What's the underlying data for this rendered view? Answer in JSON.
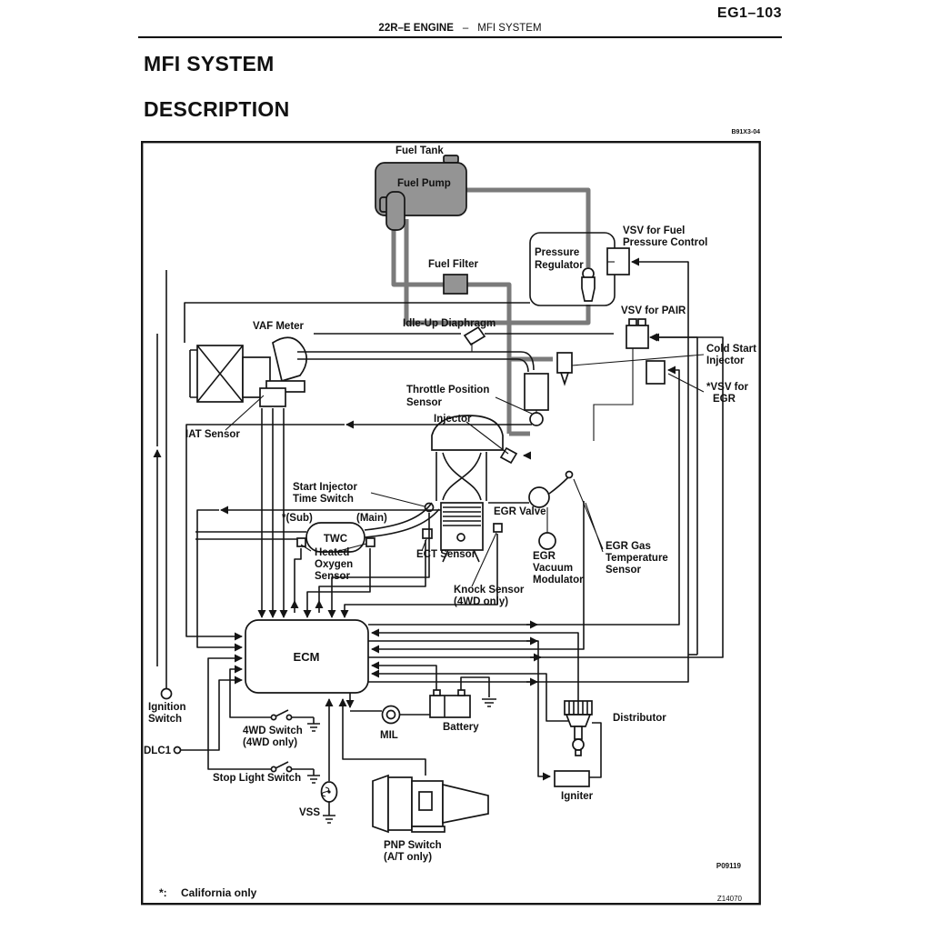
{
  "header": {
    "page_code": "EG1–103",
    "chapter": "22R–E ENGINE",
    "separator": "–",
    "section": "MFI SYSTEM"
  },
  "titles": {
    "title": "MFI SYSTEM",
    "subtitle": "DESCRIPTION"
  },
  "figure": {
    "top_code": "B91X3-04",
    "code_inner": "P09119",
    "code_outer": "Z14070",
    "footnote_star": "*:",
    "footnote_text": "California only"
  },
  "labels": {
    "fuel_tank": "Fuel Tank",
    "fuel_pump": "Fuel Pump",
    "fuel_filter": "Fuel Filter",
    "pressure_regulator": [
      "Pressure",
      "Regulator"
    ],
    "vsv_fuel": [
      "VSV for Fuel",
      "Pressure Control"
    ],
    "vsv_pair": "VSV for PAIR",
    "cold_start": [
      "Cold Start",
      "Injector"
    ],
    "vsv_egr": [
      "*VSV for",
      "EGR"
    ],
    "vaf_meter": "VAF Meter",
    "idle_up": "Idle-Up Diaphragm",
    "tps": [
      "Throttle Position",
      "Sensor"
    ],
    "injector": "Injector",
    "iat": "IAT Sensor",
    "start_injector": [
      "Start Injector",
      "Time Switch"
    ],
    "sub": "*(Sub)",
    "main": "(Main)",
    "twc": "TWC",
    "ho2s": [
      "Heated",
      "Oxygen",
      "Sensor"
    ],
    "ect": "ECT Sensor",
    "egr_valve": "EGR Valve",
    "egr_modulator": [
      "EGR",
      "Vacuum",
      "Modulator"
    ],
    "egr_gas": [
      "EGR Gas",
      "Temperature",
      "Sensor"
    ],
    "knock": [
      "Knock Sensor",
      "(4WD only)"
    ],
    "ecm": "ECM",
    "ignition": [
      "Ignition",
      "Switch"
    ],
    "dlc1": "DLC1",
    "fwd_switch": [
      "4WD Switch",
      "(4WD only)"
    ],
    "stop_light": "Stop Light Switch",
    "mil": "MIL",
    "battery": "Battery",
    "vss": "VSS",
    "pnp": [
      "PNP Switch",
      "(A/T only)"
    ],
    "distributor": "Distributor",
    "igniter": "Igniter"
  },
  "colors": {
    "line": "#151515",
    "fuel_gray": "#949494",
    "fuel_line": "#7a7a7a"
  }
}
